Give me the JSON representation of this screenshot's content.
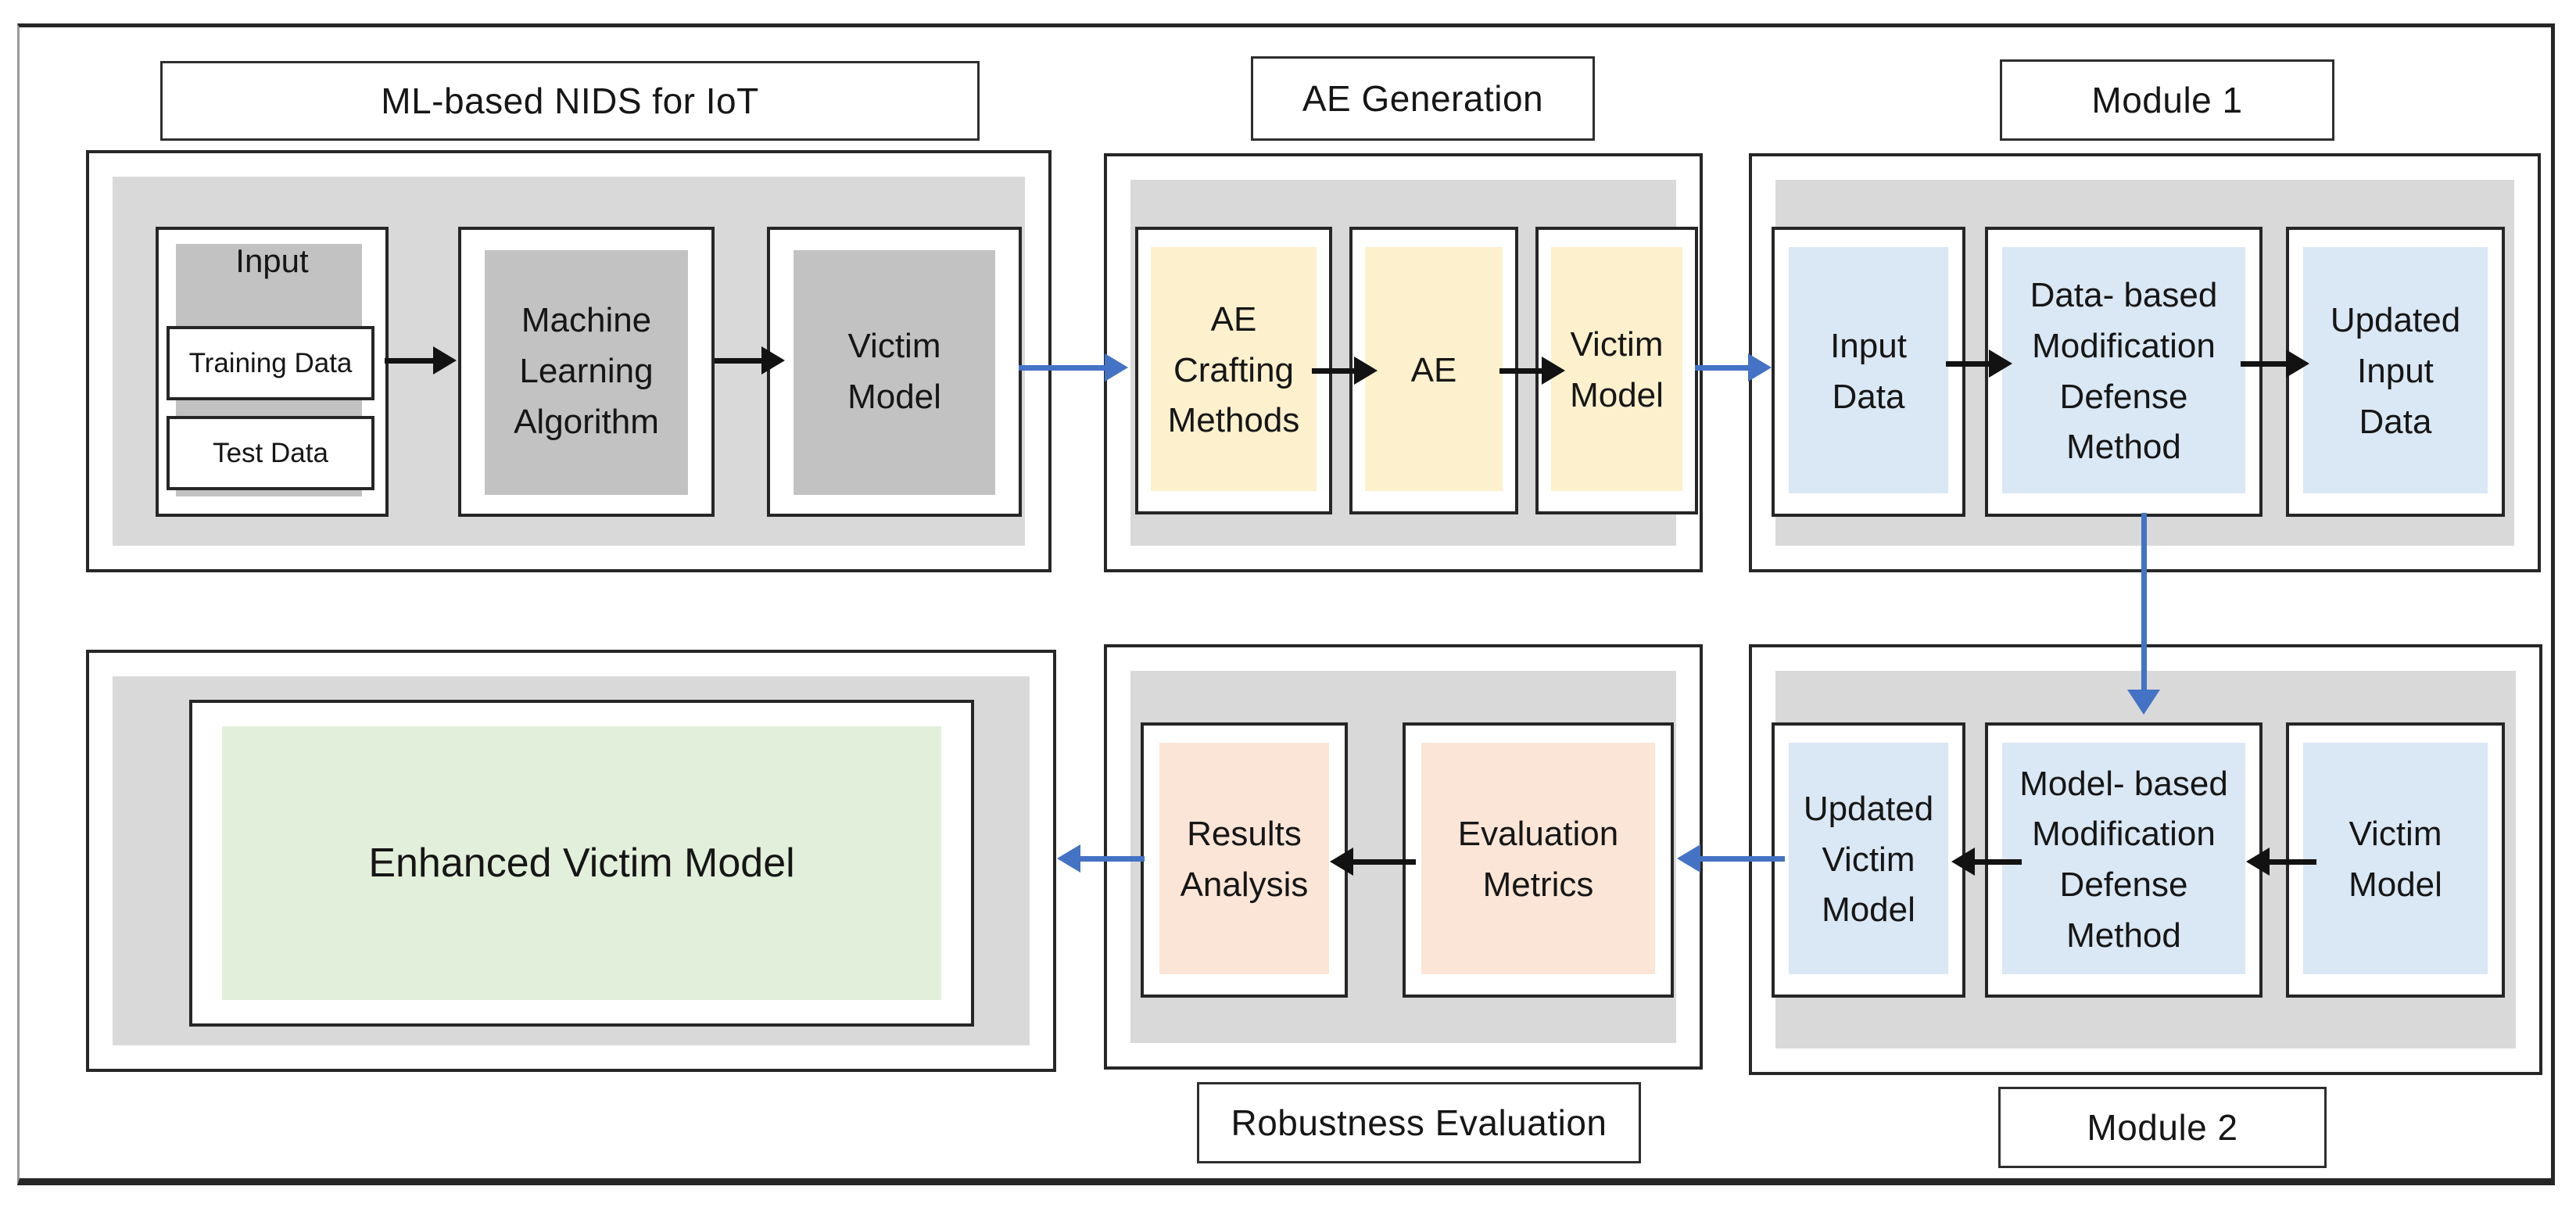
{
  "diagram": {
    "titles": {
      "ml_nids": "ML-based NIDS for IoT",
      "ae_generation": "AE Generation",
      "module1": "Module 1",
      "robustness_evaluation": "Robustness Evaluation",
      "module2": "Module 2"
    },
    "ml_nids": {
      "input_label": "Input",
      "training_data": "Training Data",
      "test_data": "Test Data",
      "ml_algorithm": "Machine\nLearning\nAlgorithm",
      "victim_model": "Victim\nModel"
    },
    "ae_generation": {
      "crafting": "AE\nCrafting\nMethods",
      "ae": "AE",
      "victim_model": "Victim\nModel"
    },
    "module1": {
      "input_data": "Input\nData",
      "defense": "Data- based\nModification\nDefense\nMethod",
      "updated_input": "Updated\nInput\nData"
    },
    "module2": {
      "updated_victim": "Updated\nVictim\nModel",
      "defense": "Model- based\nModification\nDefense\nMethod",
      "victim_model": "Victim\nModel"
    },
    "robustness": {
      "results_analysis": "Results\nAnalysis",
      "evaluation_metrics": "Evaluation\nMetrics"
    },
    "enhanced": {
      "label": "Enhanced Victim Model"
    },
    "colors": {
      "flow_arrow_blue": "#4472C4",
      "step_arrow_black": "#121212",
      "section_panel_gray": "#D9D9D9",
      "node_fill_gray": "#C2C2C2",
      "node_fill_yellow": "#FDF0CD",
      "node_fill_blue": "#DAE7F4",
      "node_fill_peach": "#FBE5D6",
      "node_fill_green": "#E2EFDA"
    }
  }
}
